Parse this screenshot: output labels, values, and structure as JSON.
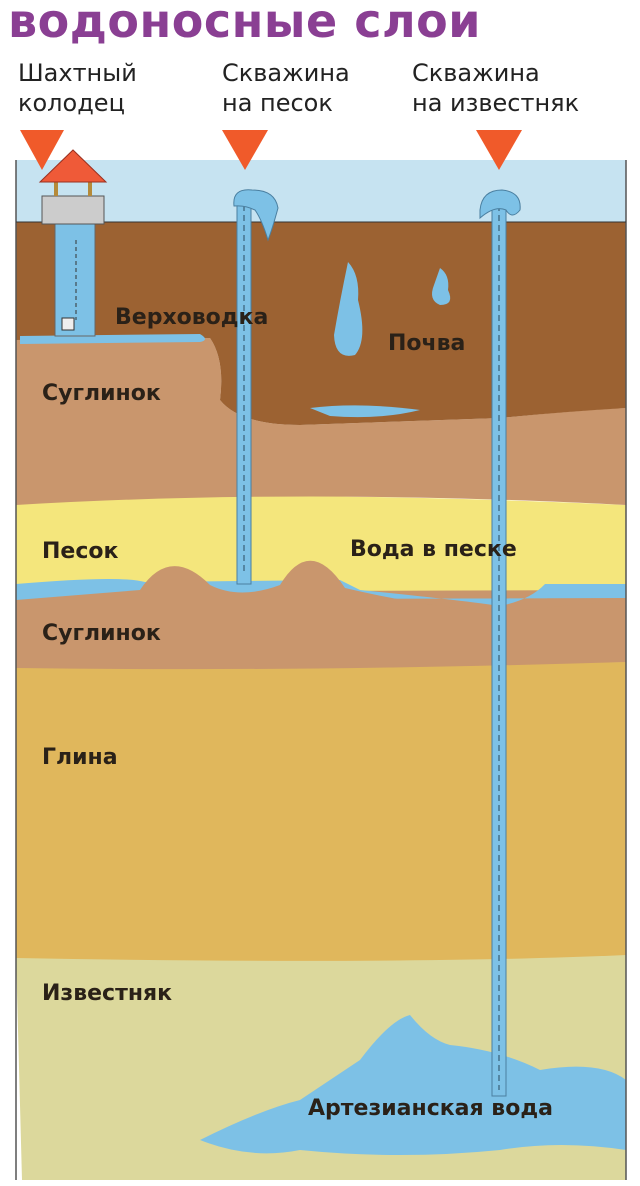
{
  "title": "водоносные слои",
  "wells": [
    {
      "line1": "Шахтный",
      "line2": "колодец"
    },
    {
      "line1": "Скважина",
      "line2": "на песок"
    },
    {
      "line1": "Скважина",
      "line2": "на известняк"
    }
  ],
  "layers": {
    "perched": "Верховодка",
    "soil": "Почва",
    "loam_top": "Суглинок",
    "sand": "Песок",
    "sand_water": "Вода в песке",
    "loam_bottom": "Суглинок",
    "clay": "Глина",
    "limestone": "Известняк",
    "artesian": "Артезианская вода"
  },
  "colors": {
    "title": "#8a3f93",
    "marker": "#f05a2a",
    "sky": "#c6e3f1",
    "soil": "#9c6232",
    "loam": "#c9966d",
    "sand": "#f4e67c",
    "clay": "#e0b75c",
    "limestone": "#dcd89c",
    "water": "#7dc1e6"
  }
}
